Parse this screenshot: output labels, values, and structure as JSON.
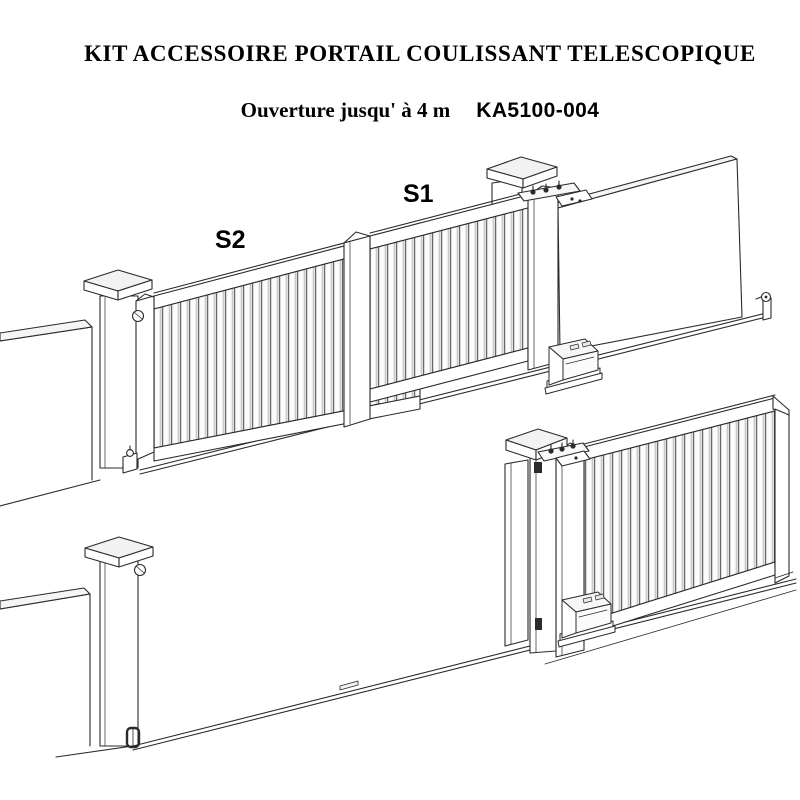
{
  "header": {
    "title": "KIT ACCESSOIRE PORTAIL COULISSANT TELESCOPIQUE",
    "opening": "Ouverture jusqu' à 4 m",
    "product_code": "KA5100-004"
  },
  "diagram": {
    "top_view": {
      "leaf_front_label": "S1",
      "leaf_rear_label": "S2"
    }
  },
  "colors": {
    "background": "#ffffff",
    "line": "#2b2b2b",
    "text": "#000000"
  }
}
